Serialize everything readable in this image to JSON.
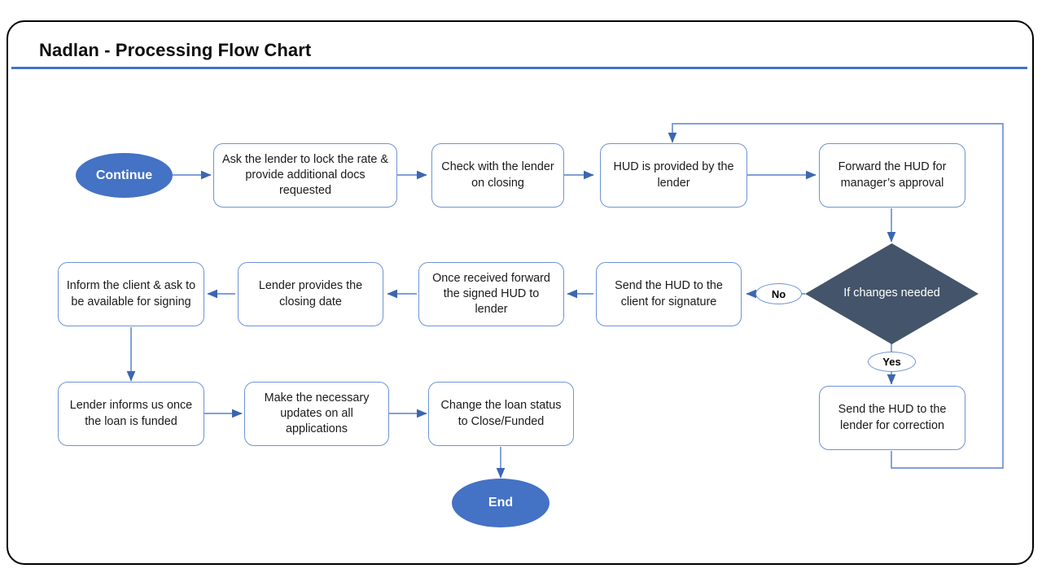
{
  "slide": {
    "title": "Nadlan - Processing Flow Chart",
    "accent_color": "#4472C4",
    "decision_color": "#44546A",
    "connector_color": "#4472C4",
    "box_border_color": "#6E93D6",
    "card_border_color": "#000000"
  },
  "nodes": {
    "start": {
      "label": "Continue",
      "type": "terminator"
    },
    "lock_rate": {
      "label": "Ask the lender to lock the rate & provide additional docs requested",
      "type": "process"
    },
    "check_closing": {
      "label": "Check with the lender on closing",
      "type": "process"
    },
    "hud_provided": {
      "label": "HUD is provided by the lender",
      "type": "process"
    },
    "forward_hud": {
      "label": "Forward the HUD for manager’s approval",
      "type": "process"
    },
    "if_changes": {
      "label": "If changes needed",
      "type": "decision"
    },
    "send_correction": {
      "label": "Send the HUD to the lender for correction",
      "type": "process"
    },
    "send_signature": {
      "label": "Send the HUD to the client for signature",
      "type": "process"
    },
    "forward_signed": {
      "label": "Once received forward the signed HUD to lender",
      "type": "process"
    },
    "closing_date": {
      "label": "Lender provides the closing date",
      "type": "process"
    },
    "inform_client": {
      "label": "Inform the client & ask to be available for signing",
      "type": "process"
    },
    "loan_funded": {
      "label": "Lender informs us once the loan is funded",
      "type": "process"
    },
    "update_apps": {
      "label": "Make the necessary updates on all applications",
      "type": "process"
    },
    "change_status": {
      "label": "Change the loan status to Close/Funded",
      "type": "process"
    },
    "end": {
      "label": "End",
      "type": "terminator"
    }
  },
  "branches": {
    "no": "No",
    "yes": "Yes"
  },
  "chart_data": {
    "type": "diagram",
    "title": "Nadlan - Processing Flow Chart",
    "edges": [
      {
        "from": "start",
        "to": "lock_rate",
        "label": ""
      },
      {
        "from": "lock_rate",
        "to": "check_closing",
        "label": ""
      },
      {
        "from": "check_closing",
        "to": "hud_provided",
        "label": ""
      },
      {
        "from": "hud_provided",
        "to": "forward_hud",
        "label": ""
      },
      {
        "from": "forward_hud",
        "to": "if_changes",
        "label": ""
      },
      {
        "from": "if_changes",
        "to": "send_signature",
        "label": "No"
      },
      {
        "from": "if_changes",
        "to": "send_correction",
        "label": "Yes"
      },
      {
        "from": "send_correction",
        "to": "hud_provided",
        "label": ""
      },
      {
        "from": "send_signature",
        "to": "forward_signed",
        "label": ""
      },
      {
        "from": "forward_signed",
        "to": "closing_date",
        "label": ""
      },
      {
        "from": "closing_date",
        "to": "inform_client",
        "label": ""
      },
      {
        "from": "inform_client",
        "to": "loan_funded",
        "label": ""
      },
      {
        "from": "loan_funded",
        "to": "update_apps",
        "label": ""
      },
      {
        "from": "update_apps",
        "to": "change_status",
        "label": ""
      },
      {
        "from": "change_status",
        "to": "end",
        "label": ""
      }
    ]
  }
}
